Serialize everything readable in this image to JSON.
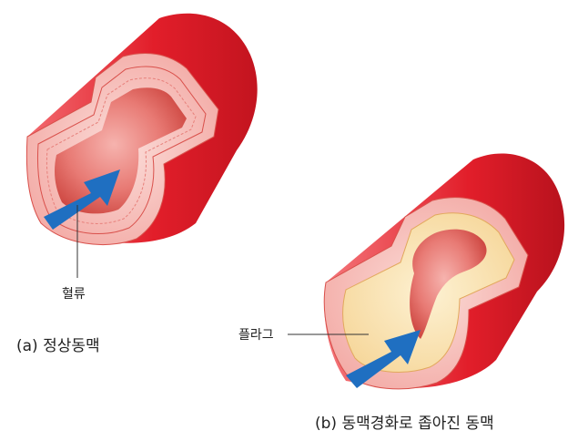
{
  "figure_a": {
    "annotation": "혈류",
    "caption": "(a) 정상동맥"
  },
  "figure_b": {
    "annotation": "플라그",
    "caption": "(b) 동맥경화로 좁아진 동맥"
  },
  "colors": {
    "artery_outer": "#e21e2a",
    "artery_dark": "#b3121c",
    "wall_light": "#f7c7c4",
    "wall_mid": "#ef9c98",
    "lumen": "#d9554f",
    "plaque": "#fbe3b0",
    "arrow": "#1f6fc1"
  }
}
